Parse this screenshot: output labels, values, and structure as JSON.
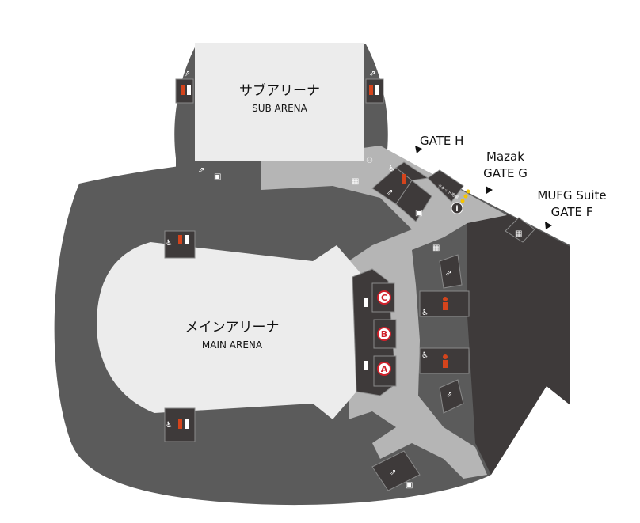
{
  "sub_arena": {
    "name_ja": "サブアリーナ",
    "name_en": "SUB ARENA"
  },
  "main_arena": {
    "name_ja": "メインアリーナ",
    "name_en": "MAIN ARENA"
  },
  "gates": [
    {
      "lines": [
        "GATE H"
      ]
    },
    {
      "lines": [
        "Mazak",
        "GATE G"
      ]
    },
    {
      "lines": [
        "MUFG Suite",
        "GATE F"
      ]
    }
  ],
  "sections": [
    "A",
    "B",
    "C"
  ],
  "ticket_office": "チケット売場",
  "colors": {
    "floor": "#5b5b5b",
    "room": "#3e3a3a",
    "corridor": "#b5b5b5",
    "arena": "#ececec",
    "restroom_female": "#d4441c",
    "section_marker": "#d0202a",
    "info_dots": "#f5c400"
  }
}
